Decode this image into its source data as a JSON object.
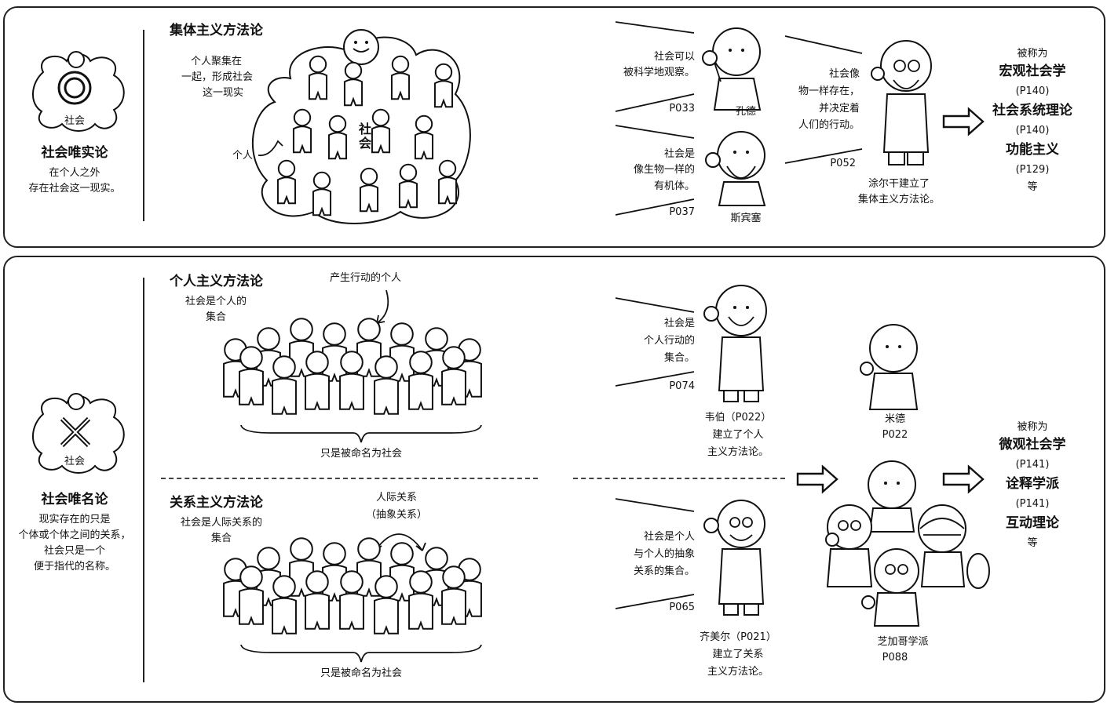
{
  "top": {
    "badge_label": "社会",
    "left_title": "社会唯实论",
    "left_desc": [
      "在个人之外",
      "存在社会这一现实。"
    ],
    "section_title": "集体主义方法论",
    "section_desc": [
      "个人聚集在",
      "一起，形成社会",
      "这一现实"
    ],
    "individual_label": "个人",
    "society_label": "社会",
    "comte_quote": [
      "社会可以",
      "被科学地观察。"
    ],
    "comte_page": "P033",
    "comte_name": "孔德",
    "spencer_quote": [
      "社会是",
      "像生物一样的",
      "有机体。"
    ],
    "spencer_page": "P037",
    "spencer_name": "斯宾塞",
    "durkheim_quote": [
      "社会像",
      "物一样存在，",
      "并决定着",
      "人们的行动。"
    ],
    "durkheim_page": "P052",
    "durkheim_desc": [
      "涂尔干建立了",
      "集体主义方法论。"
    ],
    "result": {
      "called": "被称为",
      "items": [
        "宏观社会学",
        "(P140)",
        "社会系统理论",
        "(P140)",
        "功能主义",
        "(P129)"
      ],
      "etc": "等"
    }
  },
  "bottom": {
    "badge_label": "社会",
    "left_title": "社会唯名论",
    "left_desc": [
      "现实存在的只是",
      "个体或个体之间的关系，",
      "社会只是一个",
      "便于指代的名称。"
    ],
    "individualism_title": "个人主义方法论",
    "individualism_desc": [
      "社会是个人的",
      "集合"
    ],
    "individual_action_label": "产生行动的个人",
    "named_society_1": "只是被命名为社会",
    "relational_title": "关系主义方法论",
    "relational_desc": [
      "社会是人际关系的",
      "集合"
    ],
    "relations_label": [
      "人际关系",
      "（抽象关系）"
    ],
    "named_society_2": "只是被命名为社会",
    "weber_quote": [
      "社会是",
      "个人行动的",
      "集合。"
    ],
    "weber_page": "P074",
    "weber_desc": [
      "韦伯（P022）",
      "建立了个人",
      "主义方法论。"
    ],
    "mead_name": "米德",
    "mead_page": "P022",
    "simmel_quote": [
      "社会是个人",
      "与个人的抽象",
      "关系的集合。"
    ],
    "simmel_page": "P065",
    "simmel_desc": [
      "齐美尔（P021）",
      "建立了关系",
      "主义方法论。"
    ],
    "chicago_name": "芝加哥学派",
    "chicago_page": "P088",
    "result": {
      "called": "被称为",
      "items": [
        "微观社会学",
        "(P141)",
        "诠释学派",
        "(P141)",
        "互动理论"
      ],
      "etc": "等"
    }
  }
}
